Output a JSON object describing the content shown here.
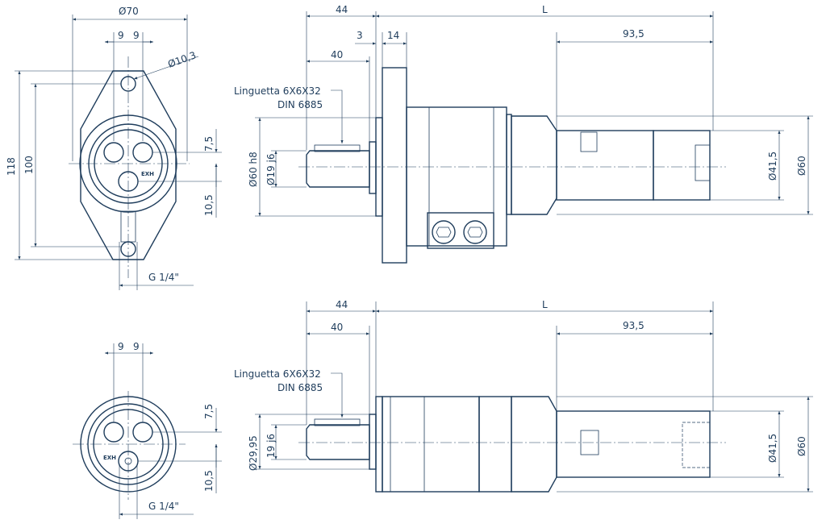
{
  "drawing": {
    "top": {
      "front": {
        "flange_dia": "Ø70",
        "spacing_left": "9",
        "spacing_right": "9",
        "hole_dia": "Ø10,3",
        "height_total": "118",
        "height_holes": "100",
        "port_offset_up": "7,5",
        "port_offset_down": "10,5",
        "port_thread": "G 1/4\"",
        "exh_mark": "EXH"
      },
      "side": {
        "len_44": "44",
        "len_L": "L",
        "len_3": "3",
        "len_14": "14",
        "len_40": "40",
        "len_935": "93,5",
        "key_note_line1": "Linguetta 6X6X32",
        "key_note_line2": "DIN 6885",
        "pilot_dia": "Ø60 h8",
        "shaft_dia": "Ø19 j6",
        "dia_415": "Ø41,5",
        "dia_60": "Ø60"
      }
    },
    "bottom": {
      "front": {
        "spacing_left": "9",
        "spacing_right": "9",
        "port_offset_up": "7,5",
        "port_offset_down": "10,5",
        "port_thread": "G 1/4\"",
        "exh_mark": "EXH"
      },
      "side": {
        "len_44": "44",
        "len_L": "L",
        "len_40": "40",
        "len_935": "93,5",
        "key_note_line1": "Linguetta 6X6X32",
        "key_note_line2": "DIN 6885",
        "pilot_dia": "Ø29,95",
        "shaft_dia": "19 j6",
        "dia_415": "Ø41,5",
        "dia_60": "Ø60"
      }
    }
  }
}
